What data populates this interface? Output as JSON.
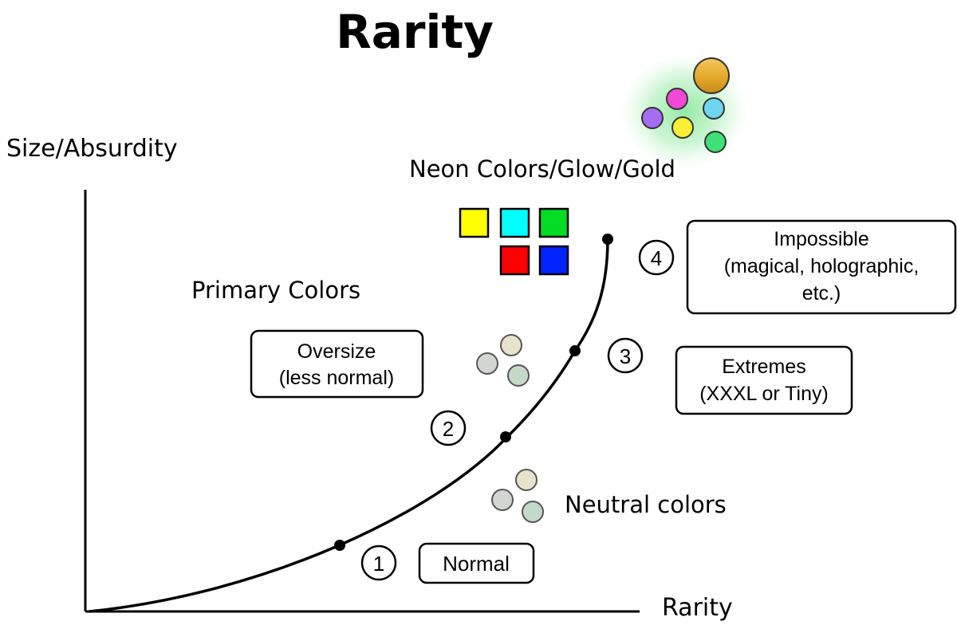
{
  "title": "Rarity",
  "axes": {
    "y_label": "Size/Absurdity",
    "x_label": "Rarity"
  },
  "annotations": {
    "neon": "Neon Colors/Glow/Gold",
    "primary": "Primary Colors",
    "neutral": "Neutral colors"
  },
  "tiers": [
    {
      "number": "1",
      "label_lines": [
        "Normal"
      ]
    },
    {
      "number": "2",
      "label_lines": [
        "Oversize",
        "(less normal)"
      ]
    },
    {
      "number": "3",
      "label_lines": [
        "Extremes",
        "(XXXL or Tiny)"
      ]
    },
    {
      "number": "4",
      "label_lines": [
        "Impossible",
        "(magical, holographic,",
        "etc.)"
      ]
    }
  ],
  "colors": {
    "primary_squares": [
      "#ffff00",
      "#00ffff",
      "#00dd22",
      "#ff0000",
      "#0022ff"
    ],
    "neutral_circles": [
      "#e8e2cc",
      "#d3d5d3",
      "#c5d9c9"
    ],
    "neon_circles": [
      "#a66cf2",
      "#f049d8",
      "#6fd6f2",
      "#f8ef35",
      "#3fe077"
    ],
    "gold": "#e3a92a",
    "glow": "#7ce88f"
  }
}
